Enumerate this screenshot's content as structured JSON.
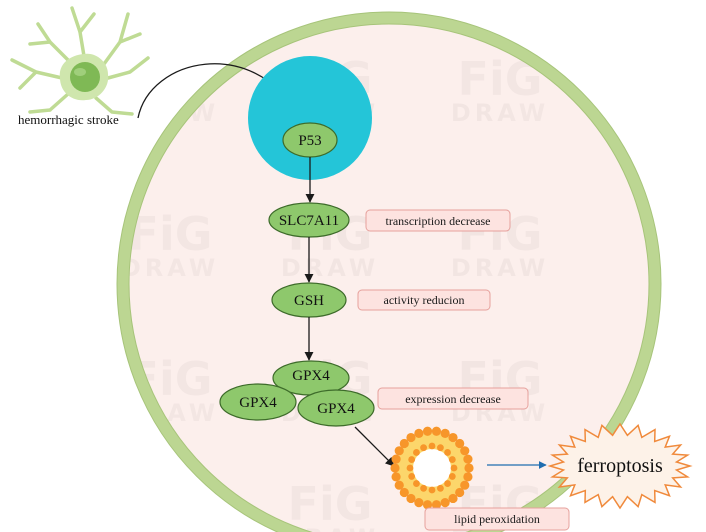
{
  "diagram": {
    "trigger": {
      "label": "hemorrhagic stroke",
      "icon": "microglia-cell-icon"
    },
    "pathway": {
      "p53": "P53",
      "slc7a11": "SLC7A11",
      "gsh": "GSH",
      "gpx4": [
        "GPX4",
        "GPX4",
        "GPX4"
      ]
    },
    "annotations": {
      "slc7a11": "transcription decrease",
      "gsh": "activity reducion",
      "gpx4": "expression decrease",
      "lipid": "lipid peroxidation"
    },
    "outcome": {
      "label": "ferroptosis",
      "icon": "starburst-icon"
    },
    "membrane_icon": "liposome-icon",
    "watermark": {
      "line1": "FiG",
      "line2": "DRAW"
    }
  },
  "colors": {
    "cytoplasm": "#fcefec",
    "cell_membrane": "#bcd692",
    "nucleus": "#24c5d8",
    "node_fill": "#8ec86c",
    "node_stroke": "#3d6b2a",
    "label_fill": "#fde3e0",
    "label_stroke": "#e6a09c",
    "arrow": "#1a1a1a",
    "outcome_arrow": "#1f6db0",
    "burst_stroke": "#f08a3c",
    "burst_fill": "#fdf2e8",
    "lipid_head": "#f7962a",
    "lipid_tail": "#fcd66b",
    "microglia_body": "#cfe6ad",
    "microglia_nucleus": "#7fb955"
  }
}
